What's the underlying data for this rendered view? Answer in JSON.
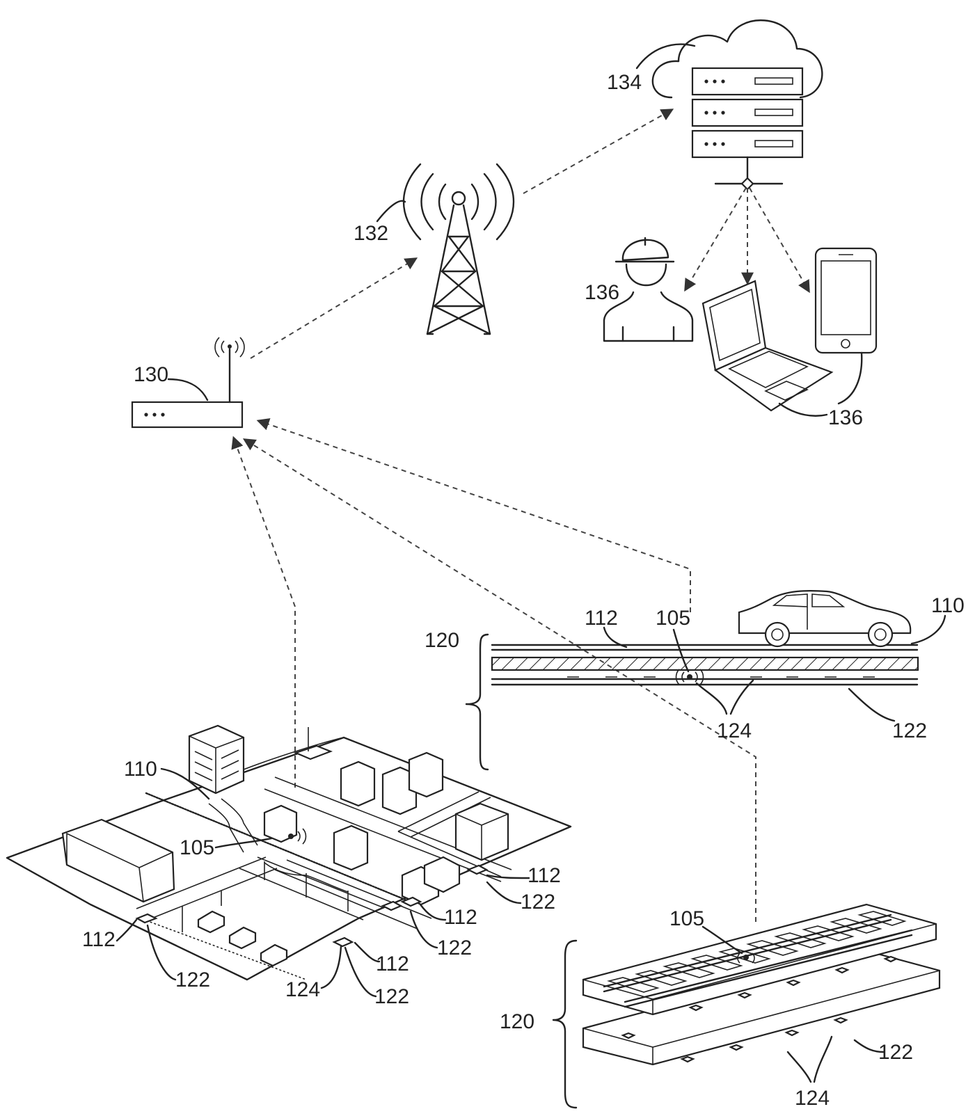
{
  "labels": {
    "cloud_server": "134",
    "tower": "132",
    "router": "130",
    "worker": "136",
    "laptop_phone": "136",
    "road_surface": "110",
    "road_top_layer": "112",
    "sensor_road": "105",
    "road_assembly": "120",
    "road_sensor_pads": "124",
    "road_base": "122",
    "city_road": "110",
    "city_sensor": "105",
    "city_112_a": "112",
    "city_122_a": "122",
    "city_112_b": "112",
    "city_122_b": "122",
    "city_112_c": "112",
    "city_122_c": "122",
    "city_112_d": "112",
    "city_124": "124",
    "city_122_d": "122",
    "rail_sensor": "105",
    "rail_assembly": "120",
    "rail_base": "122",
    "rail_pads": "124"
  }
}
